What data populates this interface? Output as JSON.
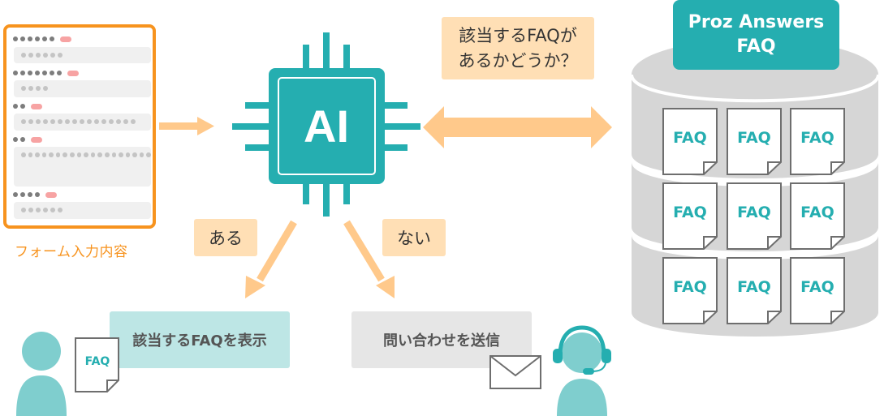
{
  "colors": {
    "teal": "#25aeb0",
    "teal_light": "#7fcece",
    "orange": "#f7931e",
    "arrow_orange": "#ffc98b",
    "tag_bg": "#ffdfb5",
    "result_faq_bg": "#bde6e5",
    "result_inquiry_bg": "#e6e6e6",
    "db_gray": "#d6d6d6"
  },
  "form": {
    "caption": "フォーム入力内容",
    "fields": [
      {
        "label_dots": 6,
        "value_dots": 6,
        "multiline": false
      },
      {
        "label_dots": 7,
        "value_dots": 4,
        "multiline": false
      },
      {
        "label_dots": 2,
        "value_dots": 16,
        "multiline": false
      },
      {
        "label_dots": 2,
        "value_dots": 19,
        "multiline": true
      },
      {
        "label_dots": 4,
        "value_dots": 6,
        "multiline": false
      }
    ]
  },
  "ai_chip": {
    "label": "AI"
  },
  "query_tag": {
    "line1": "該当するFAQが",
    "line2": "あるかどうか？"
  },
  "branch_yes": {
    "label": "ある",
    "result": "該当するFAQを表示"
  },
  "branch_no": {
    "label": "ない",
    "result": "問い合わせを送信"
  },
  "database": {
    "title_line1": "Proz Answers",
    "title_line2": "FAQ",
    "docs": [
      "FAQ",
      "FAQ",
      "FAQ",
      "FAQ",
      "FAQ",
      "FAQ",
      "FAQ",
      "FAQ",
      "FAQ"
    ]
  },
  "user_doc": {
    "label": "FAQ"
  },
  "icons": {
    "user": "person-icon",
    "operator": "headset-operator-icon",
    "mail": "envelope-icon",
    "document": "document-icon",
    "chip": "cpu-chip-icon",
    "database": "database-cylinder-icon"
  }
}
